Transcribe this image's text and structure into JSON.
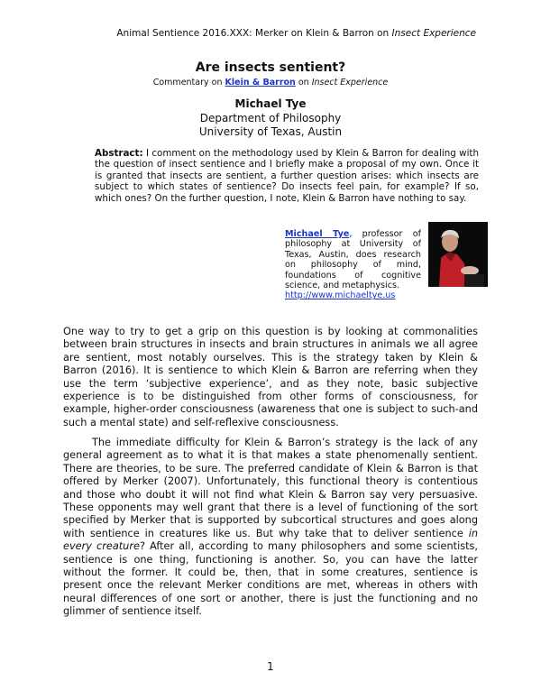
{
  "header": {
    "running_head": "Animal Sentience 2016.XXX:  Merker on Klein & Barron on ",
    "running_head_italic": "Insect Experience"
  },
  "article": {
    "title": "Are insects sentient?",
    "commentary_prefix": "Commentary on ",
    "commentary_link": "Klein & Barron",
    "commentary_mid": " on ",
    "commentary_italic": "Insect Experience",
    "author": "Michael Tye",
    "affiliation_line1": "Department of Philosophy",
    "affiliation_line2": "University of Texas, Austin"
  },
  "abstract": {
    "label": "Abstract:",
    "text": " I comment on the methodology used by Klein & Barron for dealing with the question of insect sentience and I briefly make a proposal of my own.  Once it is granted that insects are sentient, a further question arises: which insects are subject to which states of sentience?  Do insects feel pain, for example? If so, which ones?  On the further question, I note, Klein & Barron have nothing to say."
  },
  "bio": {
    "name_link": "Michael Tye",
    "text": ", professor of philosophy at University of Texas, Austin, does research on philosophy of mind, foundations of cognitive science, and metaphysics.",
    "url": "http://www.michaeltye.us",
    "photo_icon": "author-photo-icon"
  },
  "body": {
    "p1": "One way to try to get a grip on this question is by looking at commonalities between brain structures in insects and brain structures in animals we all agree are sentient, most notably ourselves. This is the strategy taken by Klein & Barron (2016).  It is sentience to which Klein & Barron are referring when they use the term ‘subjective experience’, and as they note, basic subjective experience is to be distinguished from other forms of consciousness, for example, higher-order consciousness (awareness that one is subject to such-and such a mental state) and self-reflexive consciousness.",
    "p2_a": "The immediate difficulty for Klein & Barron’s strategy is the lack of any general agreement as to what it is that makes a state phenomenally sentient. There are theories, to be sure. The preferred candidate of Klein & Barron is that offered by Merker (2007). Unfortunately, this functional theory is contentious and those who doubt it will not find what Klein & Barron say very persuasive. These opponents may well grant that there is a level of functioning of the sort specified by Merker that is supported by subcortical structures and goes along with sentience in creatures like us. But why take that to deliver sentience ",
    "p2_italic": "in every creature",
    "p2_b": "? After all, according to many philosophers and some scientists, sentience is one thing, functioning is another. So, you can have the latter without the former. It could be, then, that in some creatures, sentience is present once the relevant Merker conditions are met, whereas in others with neural differences of one sort or another, there is just the functioning and no glimmer of sentience itself."
  },
  "footer": {
    "page_number": "1"
  },
  "colors": {
    "link": "#1a35c9",
    "photo_background": "#0b0a0b",
    "shirt": "#c0202a"
  }
}
